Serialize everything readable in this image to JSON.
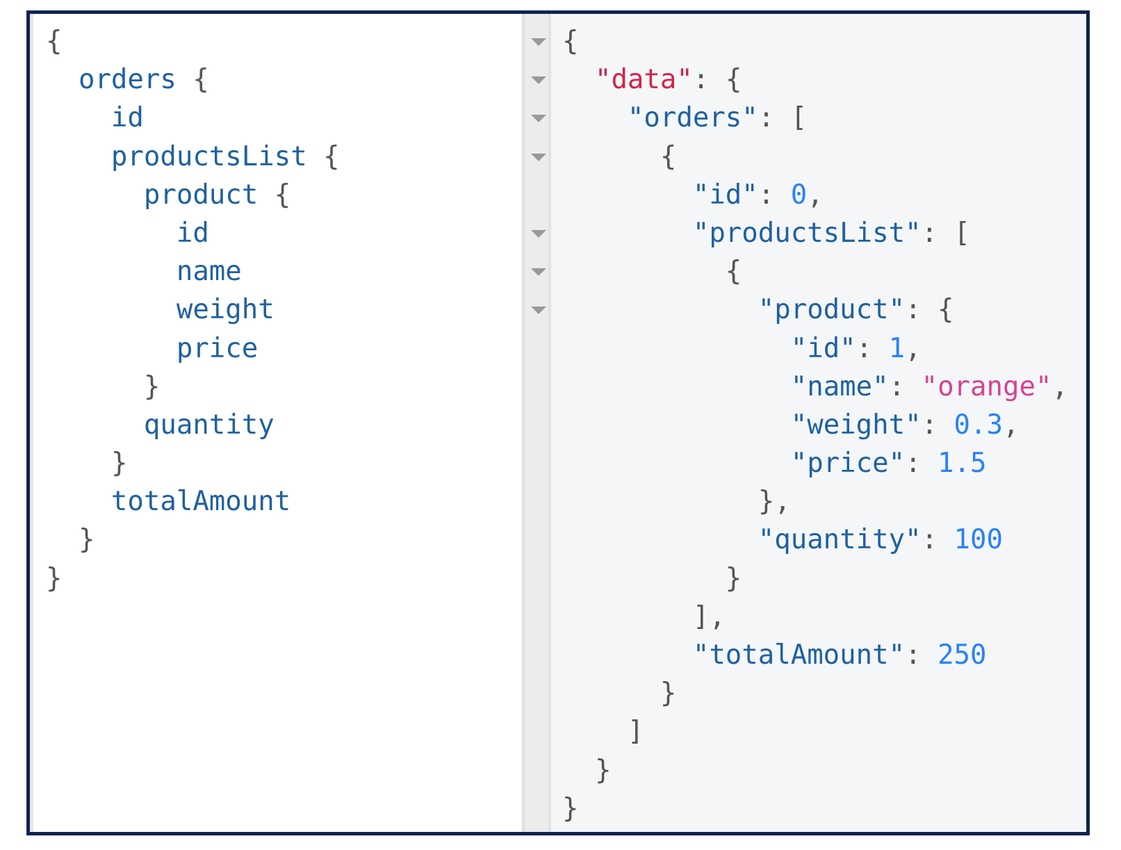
{
  "query_editor": {
    "lines": [
      [
        [
          "p",
          "{"
        ]
      ],
      [
        [
          "p",
          "  "
        ],
        [
          "k",
          "orders"
        ],
        [
          "p",
          " {"
        ]
      ],
      [
        [
          "p",
          "    "
        ],
        [
          "k",
          "id"
        ]
      ],
      [
        [
          "p",
          "    "
        ],
        [
          "k",
          "productsList"
        ],
        [
          "p",
          " {"
        ]
      ],
      [
        [
          "p",
          "      "
        ],
        [
          "k",
          "product"
        ],
        [
          "p",
          " {"
        ]
      ],
      [
        [
          "p",
          "        "
        ],
        [
          "k",
          "id"
        ]
      ],
      [
        [
          "p",
          "        "
        ],
        [
          "k",
          "name"
        ]
      ],
      [
        [
          "p",
          "        "
        ],
        [
          "k",
          "weight"
        ]
      ],
      [
        [
          "p",
          "        "
        ],
        [
          "k",
          "price"
        ]
      ],
      [
        [
          "p",
          "      }"
        ]
      ],
      [
        [
          "p",
          "      "
        ],
        [
          "k",
          "quantity"
        ]
      ],
      [
        [
          "p",
          "    }"
        ]
      ],
      [
        [
          "p",
          "    "
        ],
        [
          "k",
          "totalAmount"
        ]
      ],
      [
        [
          "p",
          "  }"
        ]
      ],
      [
        [
          "p",
          "}"
        ]
      ]
    ]
  },
  "result_viewer": {
    "fold_lines": [
      0,
      1,
      2,
      3,
      5,
      6,
      7
    ],
    "lines": [
      [
        [
          "p",
          "{"
        ]
      ],
      [
        [
          "p",
          "  "
        ],
        [
          "d",
          "\"data\""
        ],
        [
          "p",
          ": {"
        ]
      ],
      [
        [
          "p",
          "    "
        ],
        [
          "k",
          "\"orders\""
        ],
        [
          "p",
          ": ["
        ]
      ],
      [
        [
          "p",
          "      {"
        ]
      ],
      [
        [
          "p",
          "        "
        ],
        [
          "k",
          "\"id\""
        ],
        [
          "p",
          ": "
        ],
        [
          "n",
          "0"
        ],
        [
          "p",
          ","
        ]
      ],
      [
        [
          "p",
          "        "
        ],
        [
          "k",
          "\"productsList\""
        ],
        [
          "p",
          ": ["
        ]
      ],
      [
        [
          "p",
          "          {"
        ]
      ],
      [
        [
          "p",
          "            "
        ],
        [
          "k",
          "\"product\""
        ],
        [
          "p",
          ": {"
        ]
      ],
      [
        [
          "p",
          "              "
        ],
        [
          "k",
          "\"id\""
        ],
        [
          "p",
          ": "
        ],
        [
          "n",
          "1"
        ],
        [
          "p",
          ","
        ]
      ],
      [
        [
          "p",
          "              "
        ],
        [
          "k",
          "\"name\""
        ],
        [
          "p",
          ": "
        ],
        [
          "s",
          "\"orange\""
        ],
        [
          "p",
          ","
        ]
      ],
      [
        [
          "p",
          "              "
        ],
        [
          "k",
          "\"weight\""
        ],
        [
          "p",
          ": "
        ],
        [
          "n",
          "0.3"
        ],
        [
          "p",
          ","
        ]
      ],
      [
        [
          "p",
          "              "
        ],
        [
          "k",
          "\"price\""
        ],
        [
          "p",
          ": "
        ],
        [
          "n",
          "1.5"
        ]
      ],
      [
        [
          "p",
          "            },"
        ]
      ],
      [
        [
          "p",
          "            "
        ],
        [
          "k",
          "\"quantity\""
        ],
        [
          "p",
          ": "
        ],
        [
          "n",
          "100"
        ]
      ],
      [
        [
          "p",
          "          }"
        ]
      ],
      [
        [
          "p",
          "        ],"
        ]
      ],
      [
        [
          "p",
          "        "
        ],
        [
          "k",
          "\"totalAmount\""
        ],
        [
          "p",
          ": "
        ],
        [
          "n",
          "250"
        ]
      ],
      [
        [
          "p",
          "      }"
        ]
      ],
      [
        [
          "p",
          "    ]"
        ]
      ],
      [
        [
          "p",
          "  }"
        ]
      ],
      [
        [
          "p",
          "}"
        ]
      ]
    ]
  }
}
